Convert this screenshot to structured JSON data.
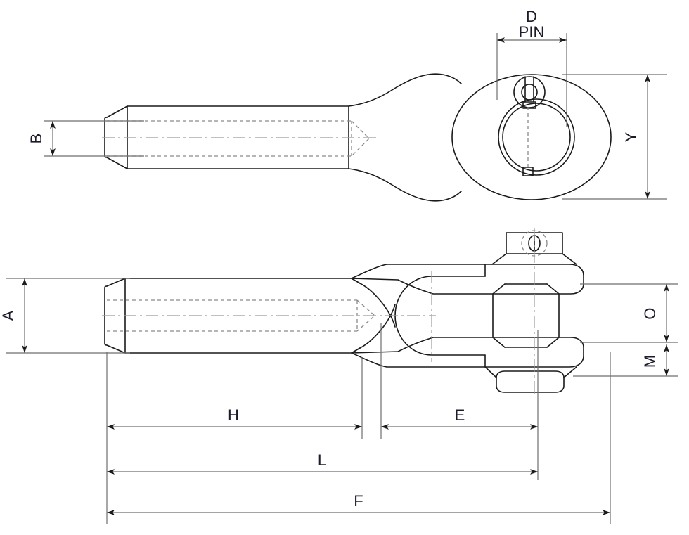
{
  "drawing": {
    "title": "Swage Jaw / Toggle Terminal Dimensioned Drawing",
    "background_color": "#ffffff",
    "line_color": "#1a1a1a",
    "dimension_line_color": "#6e6e6e",
    "hidden_line_color": "#8a8a8a",
    "center_line_color": "#9b9b9b",
    "label_color": "#1b1b2b",
    "views": [
      {
        "name": "side-elevation-view",
        "description": "Side elevation of swage shank with eye head and pin"
      },
      {
        "name": "plan-view",
        "description": "Plan view of swage shank with clevis jaw, pin and nut"
      }
    ]
  },
  "dimensions": {
    "d_pin": {
      "label": "D",
      "sublabel": "PIN",
      "name": "pin-diameter",
      "orientation": "horizontal",
      "view": "side-elevation-view"
    },
    "b": {
      "label": "B",
      "name": "shank-bore-diameter",
      "orientation": "vertical",
      "view": "side-elevation-view"
    },
    "y": {
      "label": "Y",
      "name": "head-height",
      "orientation": "vertical",
      "view": "side-elevation-view"
    },
    "a": {
      "label": "A",
      "name": "shank-outside-diameter",
      "orientation": "vertical",
      "view": "plan-view"
    },
    "o": {
      "label": "O",
      "name": "jaw-opening-width",
      "orientation": "vertical",
      "view": "plan-view"
    },
    "m": {
      "label": "M",
      "name": "jaw-cheek-thickness",
      "orientation": "vertical",
      "view": "plan-view"
    },
    "h": {
      "label": "H",
      "name": "shank-length",
      "orientation": "horizontal",
      "view": "plan-view"
    },
    "e": {
      "label": "E",
      "name": "jaw-length",
      "orientation": "horizontal",
      "view": "plan-view"
    },
    "l": {
      "label": "L",
      "name": "length-to-pin-face",
      "orientation": "horizontal",
      "view": "plan-view"
    },
    "f": {
      "label": "F",
      "name": "overall-length",
      "orientation": "horizontal",
      "view": "plan-view"
    }
  }
}
